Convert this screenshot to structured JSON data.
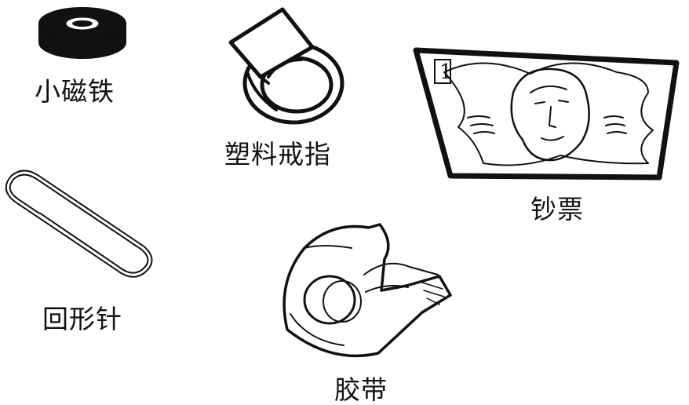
{
  "items": [
    {
      "id": "magnet",
      "label": "小磁铁",
      "icon": "magnet-icon"
    },
    {
      "id": "ring",
      "label": "塑料戒指",
      "icon": "plastic-ring-icon"
    },
    {
      "id": "banknote",
      "label": "钞票",
      "icon": "banknote-icon"
    },
    {
      "id": "paperclip",
      "label": "回形针",
      "icon": "paperclip-icon"
    },
    {
      "id": "tape",
      "label": "胶带",
      "icon": "tape-dispenser-icon"
    }
  ],
  "note_symbol": "1",
  "colors": {
    "ink": "#111111",
    "background": "#ffffff"
  }
}
